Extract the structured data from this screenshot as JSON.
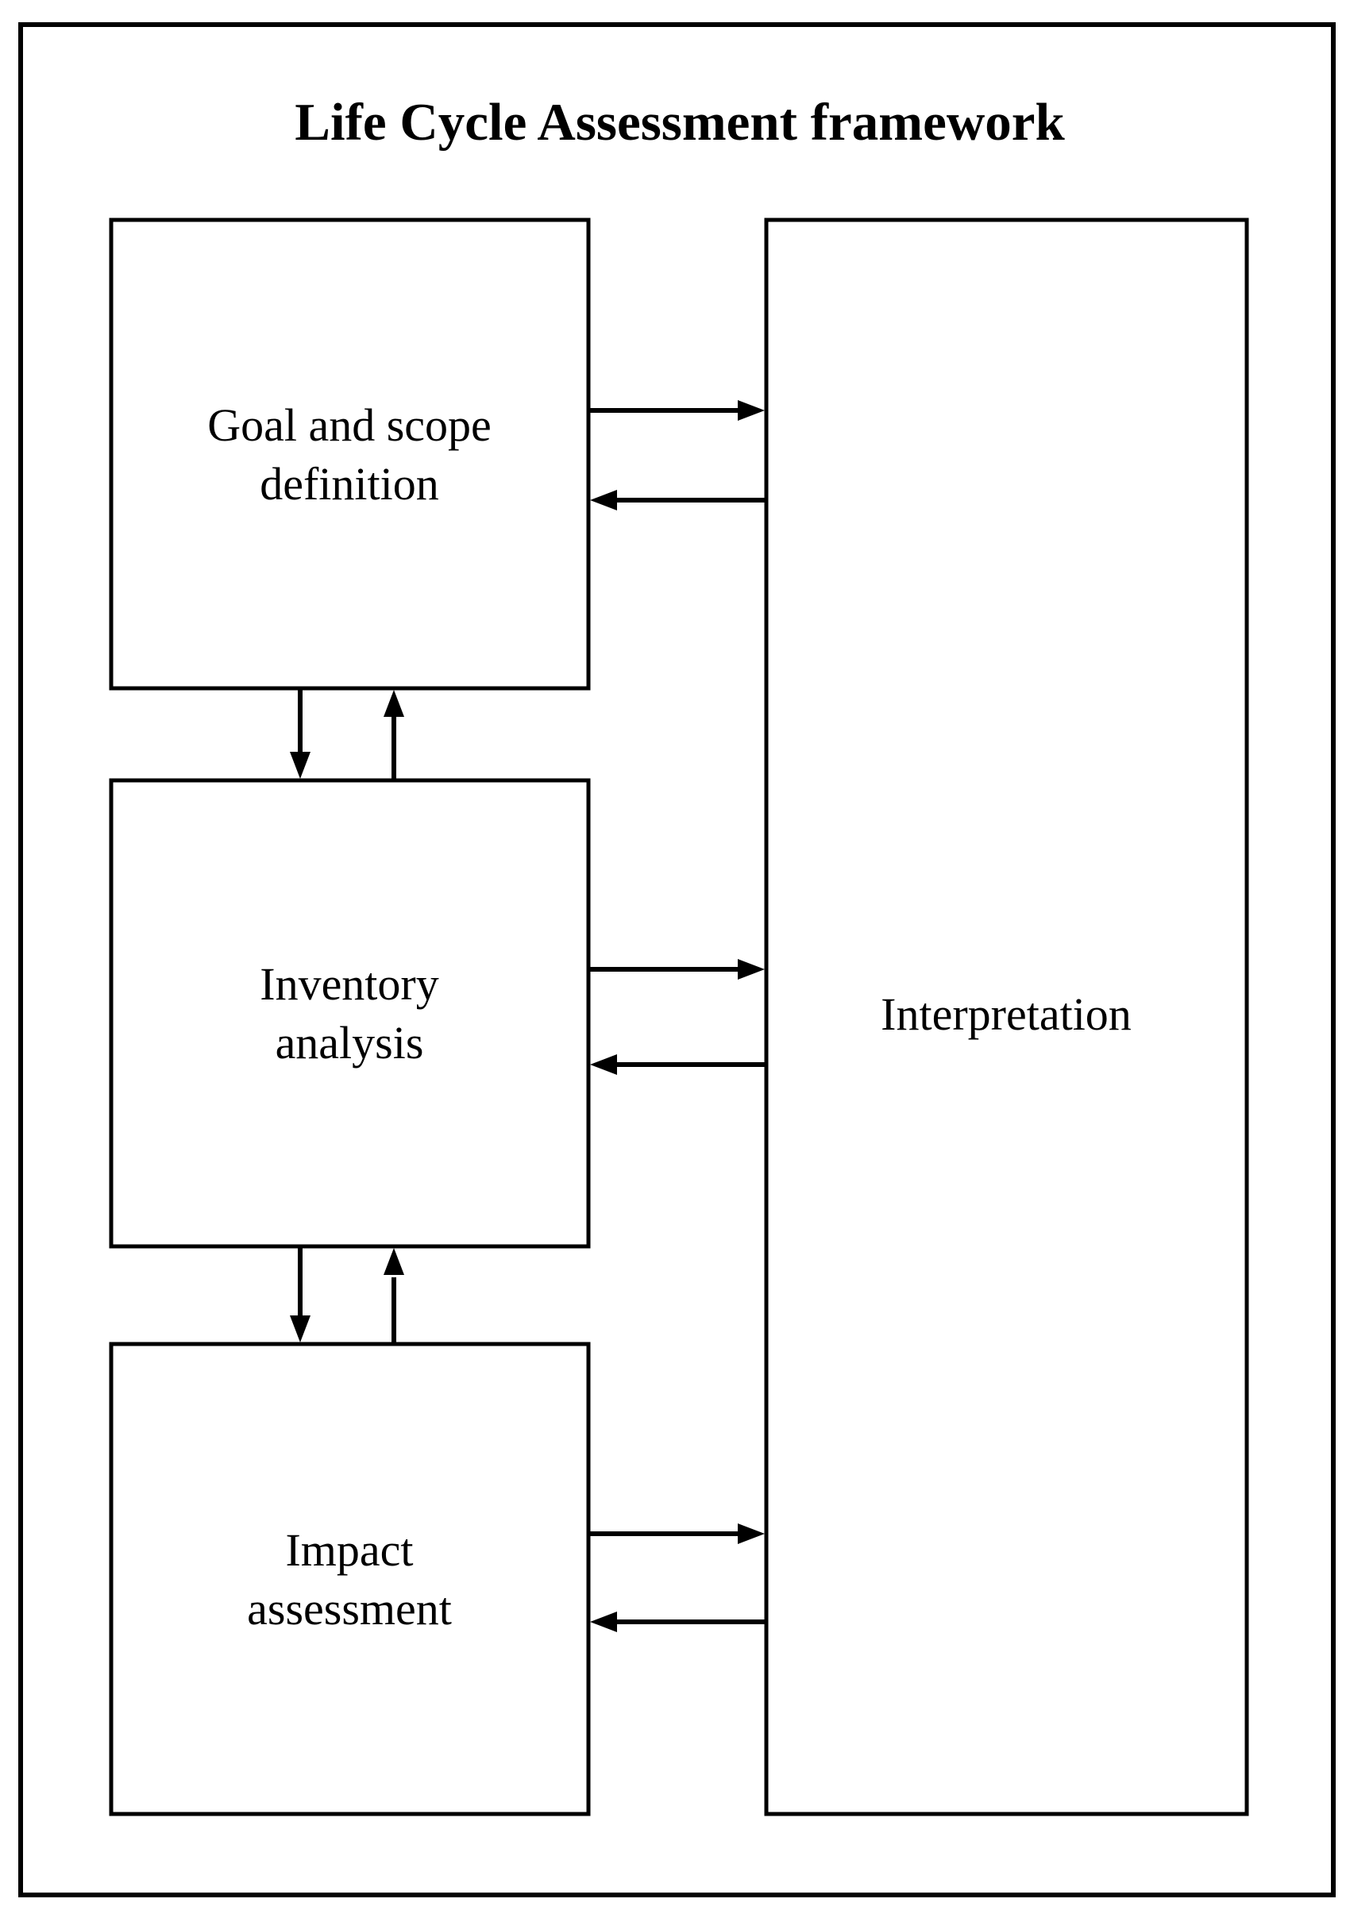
{
  "title": "Life Cycle Assessment framework",
  "colors": {
    "background": "#ffffff",
    "line": "#000000",
    "text": "#000000"
  },
  "boxes": [
    {
      "id": "goal-and-scope",
      "lines": [
        "Goal and scope",
        "definition"
      ]
    },
    {
      "id": "inventory-analysis",
      "lines": [
        "Inventory",
        "analysis"
      ]
    },
    {
      "id": "impact-assessment",
      "lines": [
        "Impact",
        "assessment"
      ]
    },
    {
      "id": "interpretation",
      "lines": [
        "Interpretation"
      ]
    }
  ],
  "connections": [
    {
      "from": "goal-and-scope",
      "to": "interpretation",
      "direction": "right"
    },
    {
      "from": "interpretation",
      "to": "goal-and-scope",
      "direction": "left"
    },
    {
      "from": "goal-and-scope",
      "to": "inventory-analysis",
      "direction": "down"
    },
    {
      "from": "inventory-analysis",
      "to": "goal-and-scope",
      "direction": "up"
    },
    {
      "from": "inventory-analysis",
      "to": "interpretation",
      "direction": "right"
    },
    {
      "from": "interpretation",
      "to": "inventory-analysis",
      "direction": "left"
    },
    {
      "from": "inventory-analysis",
      "to": "impact-assessment",
      "direction": "down"
    },
    {
      "from": "impact-assessment",
      "to": "inventory-analysis",
      "direction": "up"
    },
    {
      "from": "impact-assessment",
      "to": "interpretation",
      "direction": "right"
    },
    {
      "from": "interpretation",
      "to": "impact-assessment",
      "direction": "left"
    }
  ]
}
